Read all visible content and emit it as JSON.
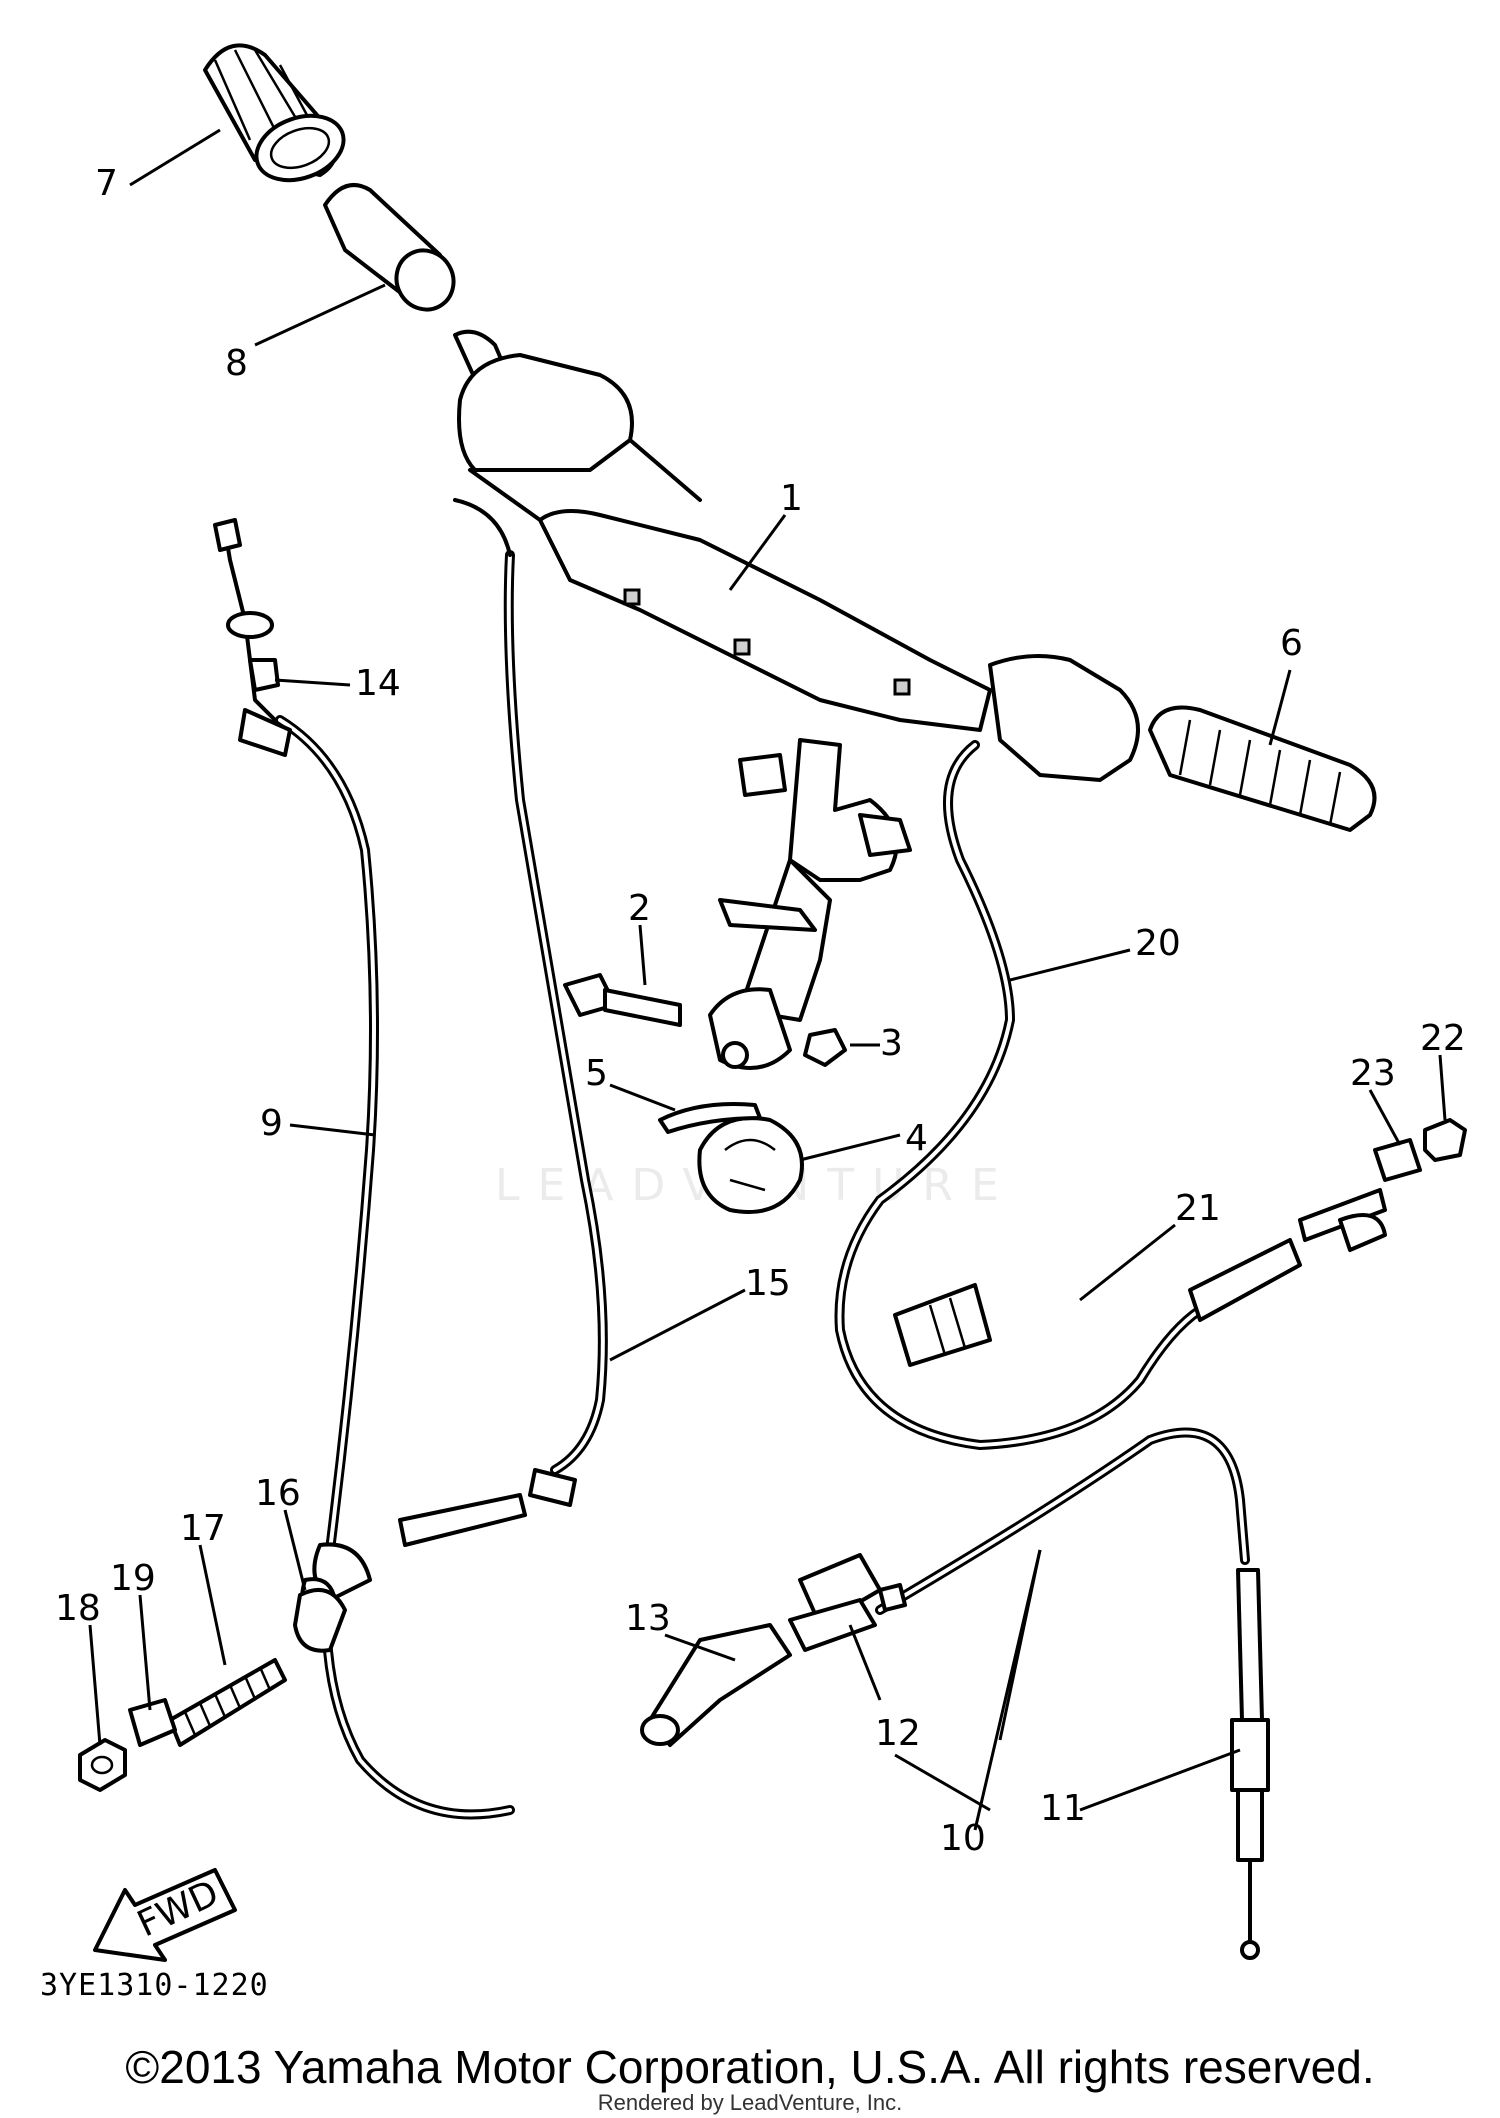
{
  "diagram": {
    "callouts": [
      "1",
      "2",
      "3",
      "4",
      "5",
      "6",
      "7",
      "8",
      "9",
      "10",
      "11",
      "12",
      "13",
      "14",
      "15",
      "16",
      "17",
      "18",
      "19",
      "20",
      "21",
      "22",
      "23"
    ],
    "fwd_arrow_label": "FWD",
    "reference_code": "3YE1310-1220",
    "watermark_text": "LEADVENTURE",
    "copyright": "©2013 Yamaha Motor Corporation, U.S.A. All rights reserved.",
    "rendered_by": "Rendered by LeadVenture, Inc."
  }
}
